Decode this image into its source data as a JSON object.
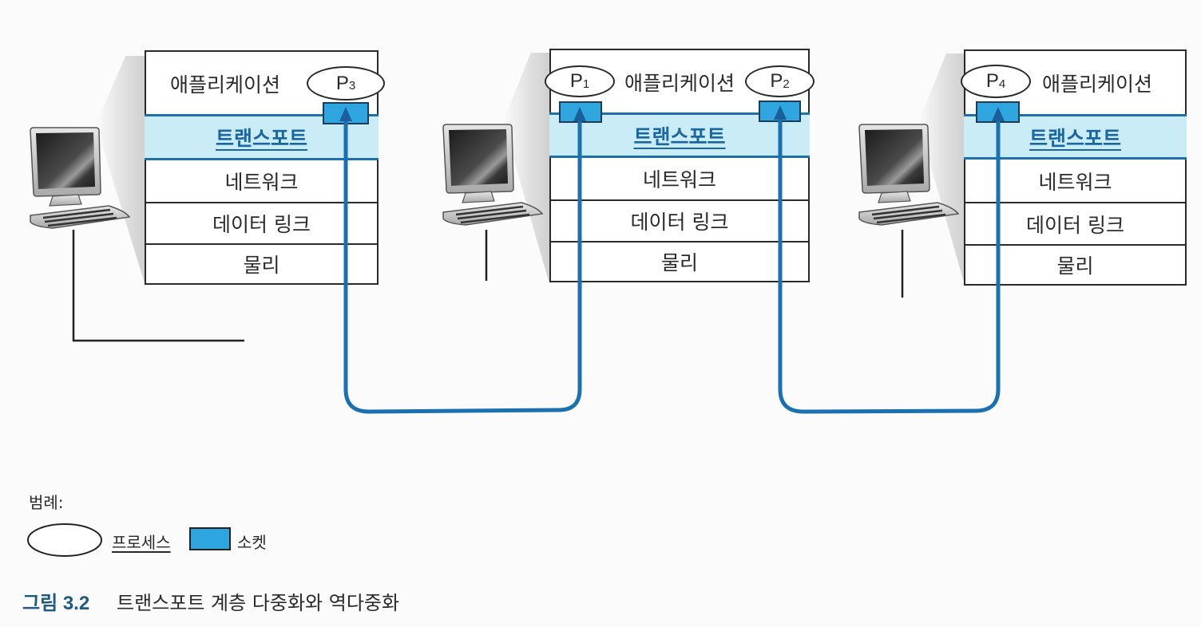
{
  "figure": {
    "caption_number": "그림 3.2",
    "caption_title": "트랜스포트 계층 다중화와 역다중화"
  },
  "hosts": [
    {
      "id": "left",
      "layers": {
        "application": "애플리케이션",
        "transport": "트랜스포트",
        "network": "네트워크",
        "datalink": "데이터 링크",
        "physical": "물리"
      },
      "processes": [
        {
          "name": "P",
          "sub": "3"
        }
      ]
    },
    {
      "id": "middle",
      "layers": {
        "application": "애플리케이션",
        "transport": "트랜스포트",
        "network": "네트워크",
        "datalink": "데이터 링크",
        "physical": "물리"
      },
      "processes": [
        {
          "name": "P",
          "sub": "1"
        },
        {
          "name": "P",
          "sub": "2"
        }
      ]
    },
    {
      "id": "right",
      "layers": {
        "application": "애플리케이션",
        "transport": "트랜스포트",
        "network": "네트워크",
        "datalink": "데이터 링크",
        "physical": "물리"
      },
      "processes": [
        {
          "name": "P",
          "sub": "4"
        }
      ]
    }
  ],
  "connections": [
    {
      "from": "P1",
      "to": "P3"
    },
    {
      "from": "P2",
      "to": "P4"
    }
  ],
  "legend": {
    "title": "범례:",
    "items": [
      {
        "icon": "ellipse",
        "label": "프로세스"
      },
      {
        "icon": "socket-rect",
        "label": "소켓"
      }
    ]
  },
  "colors": {
    "transport_fill": "#c9ecf6",
    "transport_border": "#1f6fa8",
    "socket_fill": "#2fa6df",
    "connection_line": "#1a70b0",
    "caption_accent": "#1e5a80"
  }
}
